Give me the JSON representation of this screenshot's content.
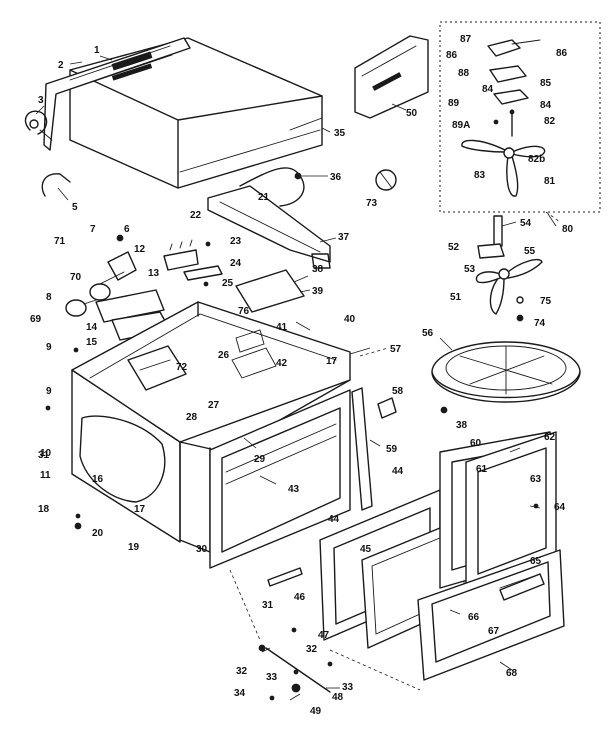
{
  "diagram": {
    "callouts": [
      {
        "id": "c1",
        "label": "1"
      },
      {
        "id": "c2",
        "label": "2"
      },
      {
        "id": "c3",
        "label": "3"
      },
      {
        "id": "c5",
        "label": "5"
      },
      {
        "id": "c6",
        "label": "6"
      },
      {
        "id": "c7",
        "label": "7"
      },
      {
        "id": "c8",
        "label": "8"
      },
      {
        "id": "c9a",
        "label": "9"
      },
      {
        "id": "c9b",
        "label": "9"
      },
      {
        "id": "c10",
        "label": "10"
      },
      {
        "id": "c11",
        "label": "11"
      },
      {
        "id": "c12",
        "label": "12"
      },
      {
        "id": "c13",
        "label": "13"
      },
      {
        "id": "c14",
        "label": "14"
      },
      {
        "id": "c15",
        "label": "15"
      },
      {
        "id": "c16",
        "label": "16"
      },
      {
        "id": "c17a",
        "label": "17"
      },
      {
        "id": "c17b",
        "label": "17"
      },
      {
        "id": "c18",
        "label": "18"
      },
      {
        "id": "c19",
        "label": "19"
      },
      {
        "id": "c20",
        "label": "20"
      },
      {
        "id": "c21",
        "label": "21"
      },
      {
        "id": "c22",
        "label": "22"
      },
      {
        "id": "c23",
        "label": "23"
      },
      {
        "id": "c24",
        "label": "24"
      },
      {
        "id": "c25",
        "label": "25"
      },
      {
        "id": "c26",
        "label": "26"
      },
      {
        "id": "c27",
        "label": "27"
      },
      {
        "id": "c28",
        "label": "28"
      },
      {
        "id": "c29",
        "label": "29"
      },
      {
        "id": "c30",
        "label": "30"
      },
      {
        "id": "c31a",
        "label": "31"
      },
      {
        "id": "c31b",
        "label": "31"
      },
      {
        "id": "c32a",
        "label": "32"
      },
      {
        "id": "c32b",
        "label": "32"
      },
      {
        "id": "c33a",
        "label": "33"
      },
      {
        "id": "c33b",
        "label": "33"
      },
      {
        "id": "c34",
        "label": "34"
      },
      {
        "id": "c35",
        "label": "35"
      },
      {
        "id": "c36",
        "label": "36"
      },
      {
        "id": "c37",
        "label": "37"
      },
      {
        "id": "c38a",
        "label": "38"
      },
      {
        "id": "c38b",
        "label": "38"
      },
      {
        "id": "c39",
        "label": "39"
      },
      {
        "id": "c40",
        "label": "40"
      },
      {
        "id": "c41",
        "label": "41"
      },
      {
        "id": "c42",
        "label": "42"
      },
      {
        "id": "c43",
        "label": "43"
      },
      {
        "id": "c44a",
        "label": "44"
      },
      {
        "id": "c44b",
        "label": "44"
      },
      {
        "id": "c45",
        "label": "45"
      },
      {
        "id": "c46",
        "label": "46"
      },
      {
        "id": "c47",
        "label": "47"
      },
      {
        "id": "c48",
        "label": "48"
      },
      {
        "id": "c49",
        "label": "49"
      },
      {
        "id": "c50",
        "label": "50"
      },
      {
        "id": "c51",
        "label": "51"
      },
      {
        "id": "c52",
        "label": "52"
      },
      {
        "id": "c53",
        "label": "53"
      },
      {
        "id": "c54",
        "label": "54"
      },
      {
        "id": "c55",
        "label": "55"
      },
      {
        "id": "c56",
        "label": "56"
      },
      {
        "id": "c57",
        "label": "57"
      },
      {
        "id": "c58",
        "label": "58"
      },
      {
        "id": "c59",
        "label": "59"
      },
      {
        "id": "c60",
        "label": "60"
      },
      {
        "id": "c61",
        "label": "61"
      },
      {
        "id": "c62",
        "label": "62"
      },
      {
        "id": "c63",
        "label": "63"
      },
      {
        "id": "c64",
        "label": "64"
      },
      {
        "id": "c65",
        "label": "65"
      },
      {
        "id": "c66",
        "label": "66"
      },
      {
        "id": "c67",
        "label": "67"
      },
      {
        "id": "c68",
        "label": "68"
      },
      {
        "id": "c69",
        "label": "69"
      },
      {
        "id": "c70",
        "label": "70"
      },
      {
        "id": "c71",
        "label": "71"
      },
      {
        "id": "c72",
        "label": "72"
      },
      {
        "id": "c73",
        "label": "73"
      },
      {
        "id": "c74",
        "label": "74"
      },
      {
        "id": "c75",
        "label": "75"
      },
      {
        "id": "c76",
        "label": "76"
      },
      {
        "id": "c80",
        "label": "80"
      },
      {
        "id": "c81",
        "label": "81"
      },
      {
        "id": "c82",
        "label": "82"
      },
      {
        "id": "c82b",
        "label": "82b"
      },
      {
        "id": "c83",
        "label": "83"
      },
      {
        "id": "c84a",
        "label": "84"
      },
      {
        "id": "c84b",
        "label": "84"
      },
      {
        "id": "c85",
        "label": "85"
      },
      {
        "id": "c86a",
        "label": "86"
      },
      {
        "id": "c86b",
        "label": "86"
      },
      {
        "id": "c87",
        "label": "87"
      },
      {
        "id": "c88",
        "label": "88"
      },
      {
        "id": "c89",
        "label": "89"
      },
      {
        "id": "c89a",
        "label": "89A"
      }
    ]
  }
}
